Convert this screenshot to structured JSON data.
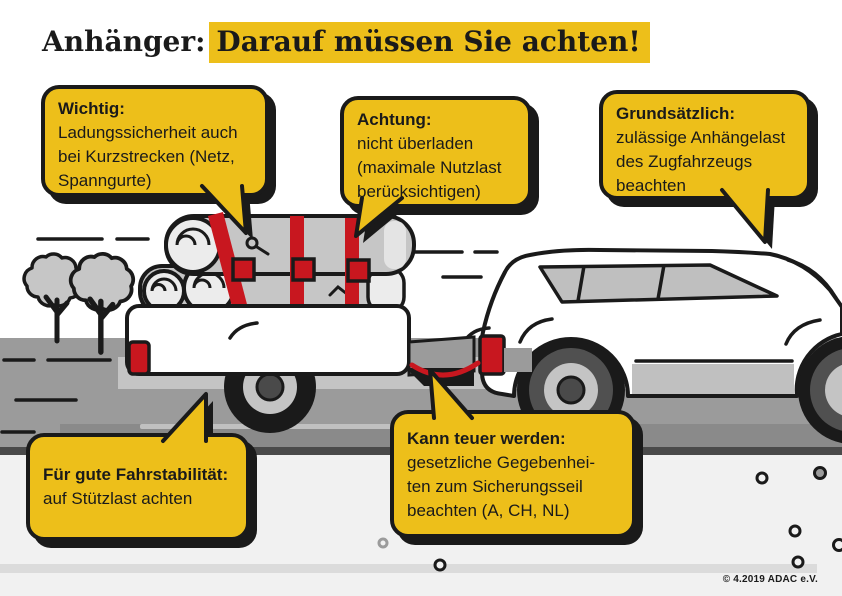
{
  "title": {
    "prefix": "Anhänger:",
    "highlight": "Darauf müssen Sie achten!"
  },
  "callouts": [
    {
      "id": "wichtig",
      "heading": "Wichtig:",
      "body": "Ladungssicherheit auch bei Kurzstrecken (Netz, Spanngurte)",
      "lines": [
        "Ladungssicherheit auch",
        "bei Kurzstrecken (Netz,",
        "Spanngurte)"
      ]
    },
    {
      "id": "achtung",
      "heading": "Achtung:",
      "body": "nicht überladen (maximale Nutzlast berücksichtigen)",
      "lines": [
        "nicht überladen",
        "(maximale Nutzlast",
        "berücksichtigen)"
      ]
    },
    {
      "id": "grundsaetzlich",
      "heading": "Grundsätzlich:",
      "body": "zulässige Anhängelast des Zugfahrzeugs beachten",
      "lines": [
        "zulässige Anhängelast",
        "des Zugfahrzeugs",
        "beachten"
      ]
    },
    {
      "id": "fahrstabilitaet",
      "heading": "Für gute Fahrstabilität:",
      "body": "auf Stützlast achten",
      "lines": [
        "auf Stützlast achten"
      ]
    },
    {
      "id": "teuer",
      "heading": "Kann teuer werden:",
      "body": "gesetzliche Gegebenheiten zum Sicherungsseil beachten (A, CH, NL)",
      "lines": [
        "gesetzliche Gegebenhei-",
        "ten zum Sicherungsseil",
        "beachten (A, CH, NL)"
      ]
    }
  ],
  "footer": {
    "copyright": "© 4.2019 ADAC e.V."
  },
  "colors": {
    "accent_yellow": "#EDBF1A",
    "accent_red": "#C8171F",
    "ink": "#1A1A1A",
    "road_gray": "#9B9B9B",
    "light_gray": "#C4C4C4",
    "dark_lane": "#8A8A8A",
    "ground": "#F1F1F1"
  },
  "illustration": {
    "elements": [
      "trees",
      "road",
      "trailer-with-rolled-load",
      "red-lashing-straps",
      "towing-suv",
      "safety-cable",
      "pebbles"
    ]
  }
}
